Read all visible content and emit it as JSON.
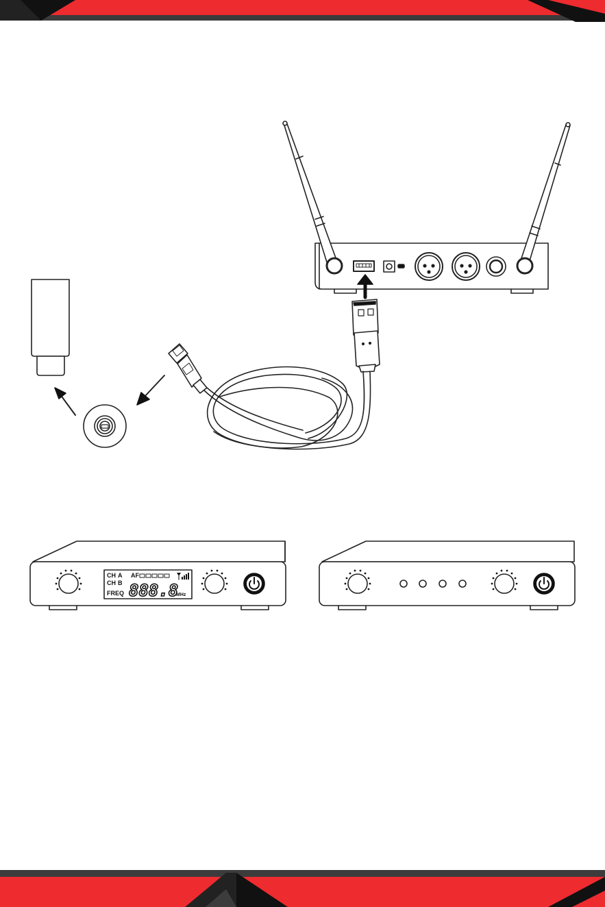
{
  "colors": {
    "accent": "#ee2b2f",
    "dark": "#3c3c3c",
    "black": "#111111",
    "line": "#222222"
  },
  "receiver_display": {
    "ch_a": "CH",
    "ch_b": "CH",
    "ch_a_suffix": "A",
    "ch_b_suffix": "B",
    "af_label": "AF",
    "freq_label": "FREQ",
    "digits": "888.8",
    "unit": "MHz"
  },
  "icons": {
    "top_band": "decorative-red-band",
    "bottom_band": "decorative-red-band",
    "receiver": "wireless-receiver-back-panel",
    "usb_cable": "usb-cable",
    "dongle": "usb-charging-dongle",
    "port": "mini-usb-port",
    "receiver_front_lcd": "receiver-front-with-lcd",
    "receiver_front_leds": "receiver-front-with-leds",
    "power_button": "power-icon",
    "signal_icon": "signal-strength-icon"
  }
}
